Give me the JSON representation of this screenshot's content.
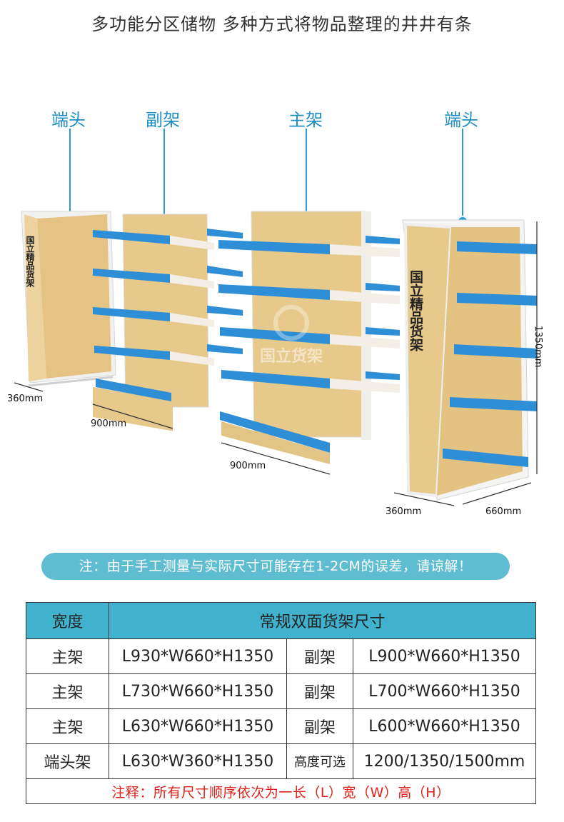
{
  "headline": "多功能分区储物 多种方式将物品整理的井井有条",
  "callouts": {
    "end_left": "端头",
    "sub": "副架",
    "main": "主架",
    "end_right": "端头"
  },
  "brand_vertical": "国立精品货架",
  "watermark": "国立货架",
  "dimensions": {
    "d360_left": "360mm",
    "d900_sub": "900mm",
    "d900_main": "900mm",
    "d360_right": "360mm",
    "d660": "660mm",
    "d1350": "1350mm"
  },
  "note": "注：由于手工测量与实际尺寸可能存在1-2CM的误差，请谅解！",
  "table": {
    "header_left": "宽度",
    "header_right": "常规双面货架尺寸",
    "rows": [
      {
        "a": "主架",
        "b": "L930*W660*H1350",
        "c": "副架",
        "d": "L900*W660*H1350"
      },
      {
        "a": "主架",
        "b": "L730*W660*H1350",
        "c": "副架",
        "d": "L700*W660*H1350"
      },
      {
        "a": "主架",
        "b": "L630*W660*H1350",
        "c": "副架",
        "d": "L600*W660*H1350"
      },
      {
        "a": "端头架",
        "b": "L630*W360*H1350",
        "c": "高度可选",
        "d": "1200/1350/1500mm"
      }
    ],
    "footnote": "注释：所有尺寸顺序依次为一长（L）宽（W）高（H）"
  },
  "colors": {
    "accent_blue": "#2a9ed3",
    "shelf_blue": "#2e8fd6",
    "wood": "#e6c98b",
    "header_bg": "#40b2cd",
    "note_bg": "#5fbdd2",
    "footnote_red": "#e0201a"
  }
}
